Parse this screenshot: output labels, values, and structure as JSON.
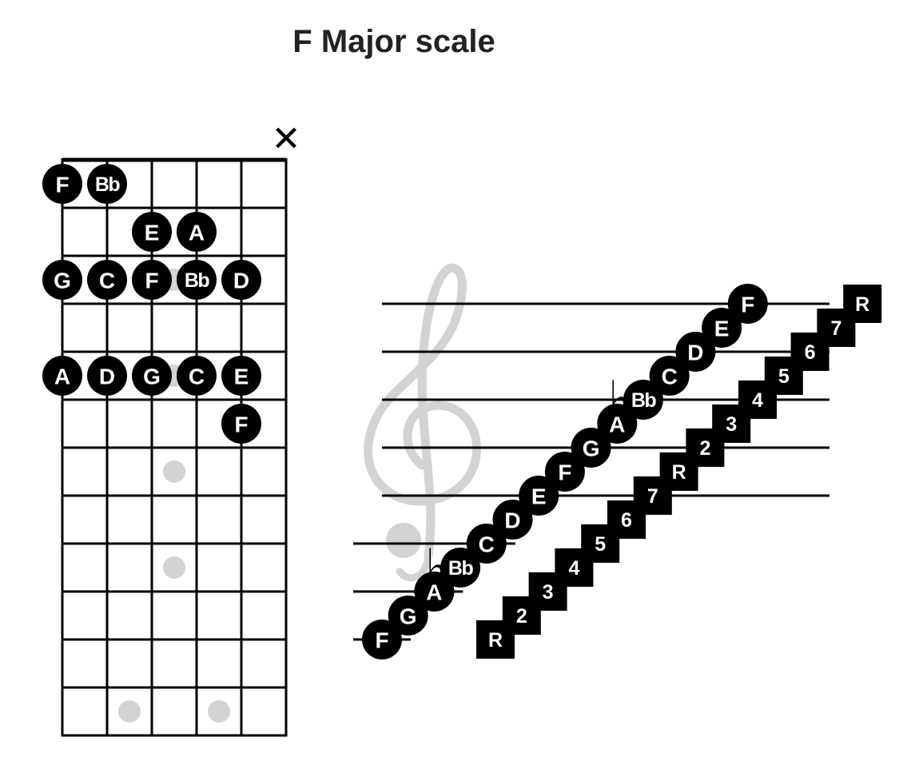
{
  "title": "F Major scale",
  "colors": {
    "ink": "#000000",
    "marker": "#d3d3d3",
    "clef": "#d3d3d3",
    "note_fill": "#000000",
    "note_text": "#ffffff"
  },
  "fretboard": {
    "strings": 6,
    "frets": 12,
    "muted_string_symbol": "✕",
    "muted_string": 6,
    "inlay_markers": [
      {
        "fret": 3,
        "between_strings": [
          3,
          4
        ]
      },
      {
        "fret": 5,
        "between_strings": [
          3,
          4
        ]
      },
      {
        "fret": 7,
        "between_strings": [
          3,
          4
        ]
      },
      {
        "fret": 9,
        "between_strings": [
          3,
          4
        ]
      },
      {
        "fret": 12,
        "between_strings": [
          2,
          3
        ]
      },
      {
        "fret": 12,
        "between_strings": [
          4,
          5
        ]
      }
    ],
    "notes": [
      {
        "label": "F",
        "fret": 1,
        "string": 1
      },
      {
        "label": "Bb",
        "fret": 1,
        "string": 2
      },
      {
        "label": "E",
        "fret": 2,
        "string": 3
      },
      {
        "label": "A",
        "fret": 2,
        "string": 4
      },
      {
        "label": "G",
        "fret": 3,
        "string": 1
      },
      {
        "label": "C",
        "fret": 3,
        "string": 2
      },
      {
        "label": "F",
        "fret": 3,
        "string": 3
      },
      {
        "label": "Bb",
        "fret": 3,
        "string": 4
      },
      {
        "label": "D",
        "fret": 3,
        "string": 5
      },
      {
        "label": "A",
        "fret": 5,
        "string": 1
      },
      {
        "label": "D",
        "fret": 5,
        "string": 2
      },
      {
        "label": "G",
        "fret": 5,
        "string": 3
      },
      {
        "label": "C",
        "fret": 5,
        "string": 4
      },
      {
        "label": "E",
        "fret": 5,
        "string": 5
      },
      {
        "label": "F",
        "fret": 6,
        "string": 5
      }
    ]
  },
  "staff": {
    "flat_symbol": "♭",
    "notes": [
      {
        "label": "F",
        "step": -6
      },
      {
        "label": "G",
        "step": -5
      },
      {
        "label": "A",
        "step": -4
      },
      {
        "label": "Bb",
        "step": -3,
        "flat": true
      },
      {
        "label": "C",
        "step": -2
      },
      {
        "label": "D",
        "step": -1
      },
      {
        "label": "E",
        "step": 0
      },
      {
        "label": "F",
        "step": 1
      },
      {
        "label": "G",
        "step": 2
      },
      {
        "label": "A",
        "step": 3
      },
      {
        "label": "Bb",
        "step": 4,
        "flat": true
      },
      {
        "label": "C",
        "step": 5
      },
      {
        "label": "D",
        "step": 6
      },
      {
        "label": "E",
        "step": 7
      },
      {
        "label": "F",
        "step": 8
      }
    ],
    "degrees": [
      "R",
      "2",
      "3",
      "4",
      "5",
      "6",
      "7",
      "R",
      "2",
      "3",
      "4",
      "5",
      "6",
      "7",
      "R"
    ]
  }
}
